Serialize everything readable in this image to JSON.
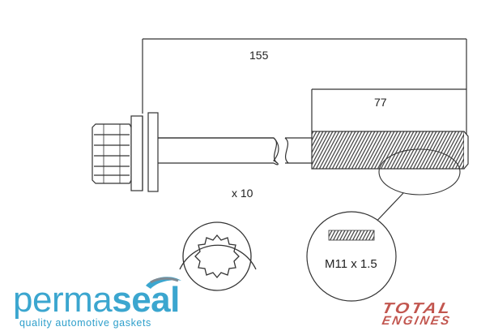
{
  "diagram": {
    "dimension_overall": "155",
    "dimension_thread": "77",
    "quantity": "x 10",
    "thread_spec": "M11 x 1.5"
  },
  "branding": {
    "brand_part1": "perma",
    "brand_part2": "seal",
    "tagline": "quality automotive gaskets",
    "partner_line1": "TOTAL",
    "partner_line2": "ENGINES"
  }
}
